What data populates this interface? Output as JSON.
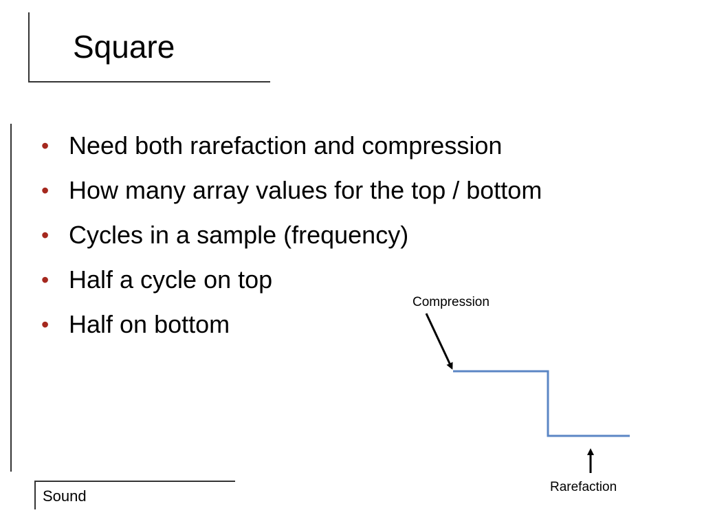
{
  "slide": {
    "title": "Square",
    "footer": "Sound"
  },
  "bullets": [
    "Need both rarefaction and compression",
    "How many array values for the top / bottom",
    "Cycles in a sample (frequency)",
    "Half a cycle on top",
    "Half on bottom"
  ],
  "diagram": {
    "compression_label": "Compression",
    "rarefaction_label": "Rarefaction",
    "wave_color": "#5b86c4",
    "bullet_color": "#a5281e"
  }
}
